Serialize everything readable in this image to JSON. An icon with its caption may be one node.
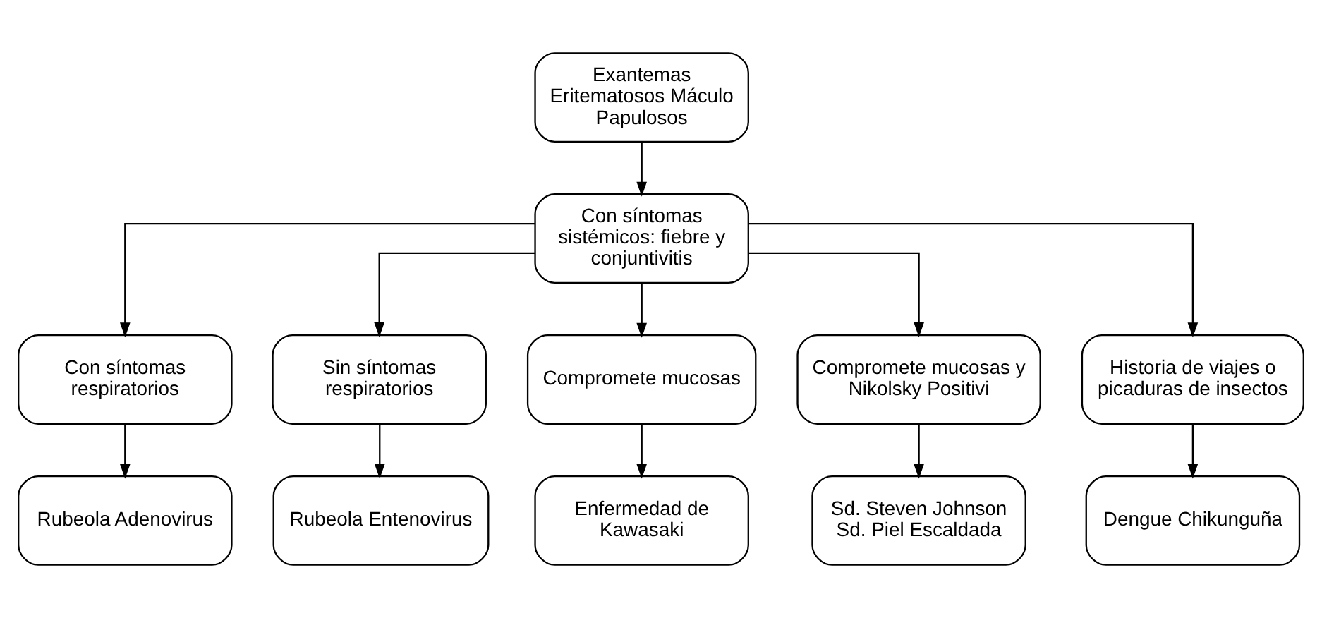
{
  "diagram": {
    "nodes": [
      {
        "text": [
          "Exantemas Eritematosos Máculo Papulosos"
        ]
      },
      {
        "text": [
          "Con síntomas sistémicos: fiebre y conjuntivitis"
        ]
      },
      {
        "text": [
          "Con síntomas respiratorios"
        ]
      },
      {
        "text": [
          "Sin síntomas respiratorios"
        ]
      },
      {
        "text": [
          "Compromete mucosas"
        ]
      },
      {
        "text": [
          "Compromete mucosas y Nikolsky Positivi"
        ]
      },
      {
        "text": [
          "Historia de viajes o picaduras de insectos"
        ]
      },
      {
        "text": [
          "Rubeola Adenovirus"
        ]
      },
      {
        "text": [
          "Rubeola Entenovirus"
        ]
      },
      {
        "text": [
          "Enfermedad de Kawasaki"
        ]
      },
      {
        "text": [
          "Sd. Steven Johnson Sd. Piel Escaldada"
        ]
      },
      {
        "text": [
          "Dengue Chikunguña"
        ]
      }
    ],
    "edges": [
      {
        "from": 0,
        "to": 1,
        "arrow": "to"
      },
      {
        "from": 1,
        "to": 2,
        "arrow": "to"
      },
      {
        "from": 1,
        "to": 3,
        "arrow": "to"
      },
      {
        "from": 1,
        "to": 4,
        "arrow": "to"
      },
      {
        "from": 1,
        "to": 5,
        "arrow": "to"
      },
      {
        "from": 1,
        "to": 6,
        "arrow": "to"
      },
      {
        "from": 2,
        "to": 7,
        "arrow": "to"
      },
      {
        "from": 3,
        "to": 8,
        "arrow": "to"
      },
      {
        "from": 4,
        "to": 9,
        "arrow": "to"
      },
      {
        "from": 5,
        "to": 10,
        "arrow": "to"
      },
      {
        "from": 6,
        "to": 11,
        "arrow": "to"
      }
    ]
  }
}
